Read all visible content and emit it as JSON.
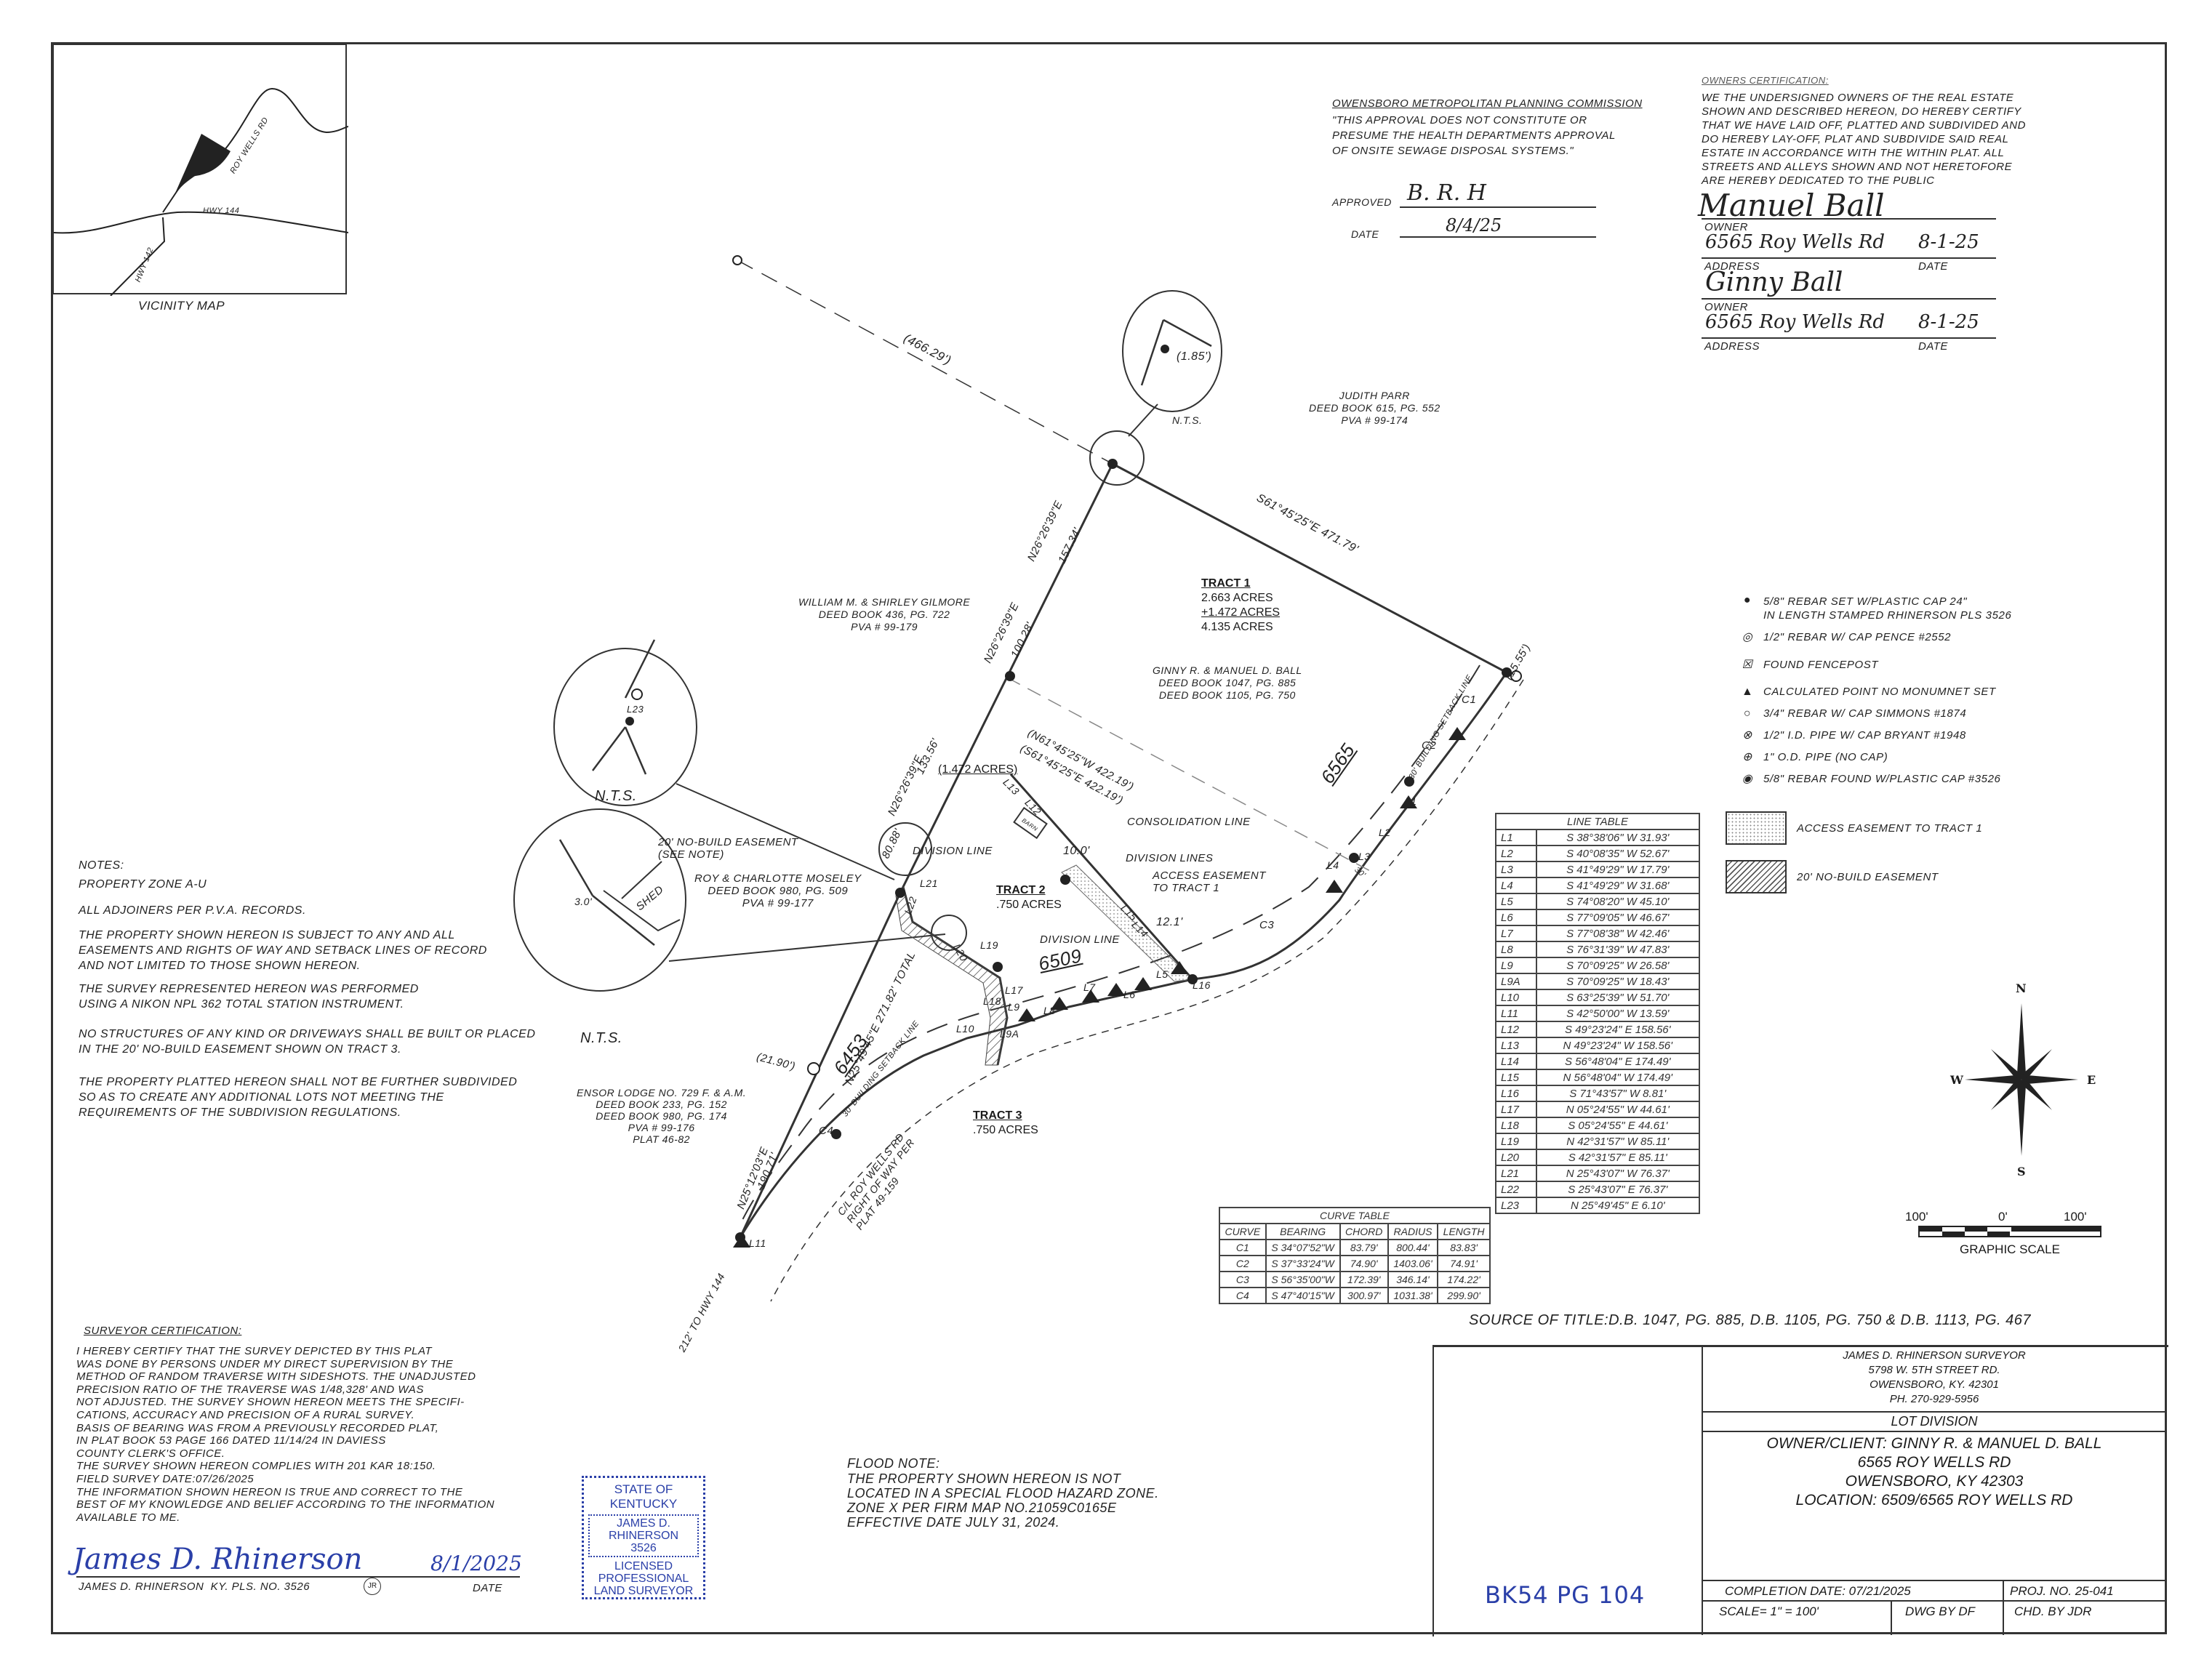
{
  "vicinity_map": {
    "title": "VICINITY MAP",
    "roads": [
      "ROY WELLS RD",
      "HWY 144",
      "HWY 142"
    ]
  },
  "planning_commission": {
    "title": "OWENSBORO METROPOLITAN PLANNING COMMISSION",
    "statement": "\"THIS APPROVAL DOES NOT CONSTITUTE OR\nPRESUME THE HEALTH DEPARTMENTS APPROVAL\nOF ONSITE SEWAGE DISPOSAL SYSTEMS.\"",
    "approved_label": "APPROVED",
    "approved_signature": "B. R. H",
    "date_label": "DATE",
    "date_value": "8/4/25"
  },
  "owners_certification": {
    "title": "OWNERS CERTIFICATION:",
    "text": "WE THE UNDERSIGNED OWNERS OF THE REAL ESTATE\nSHOWN AND DESCRIBED HEREON, DO HEREBY CERTIFY\nTHAT WE HAVE LAID OFF, PLATTED AND SUBDIVIDED AND\nDO HEREBY LAY-OFF, PLAT AND SUBDIVIDE SAID REAL\nESTATE IN ACCORDANCE WITH THE WITHIN PLAT. ALL\nSTREETS AND ALLEYS SHOWN AND NOT HERETOFORE\nARE HEREBY DEDICATED TO THE PUBLIC",
    "owner_label": "OWNER",
    "address_label": "ADDRESS",
    "date_label": "DATE",
    "signers": [
      {
        "signature": "Manuel Ball",
        "address": "6565 Roy Wells Rd",
        "date": "8-1-25"
      },
      {
        "signature": "Ginny Ball",
        "address": "6565 Roy Wells Rd",
        "date": "8-1-25"
      }
    ]
  },
  "adjoiners": {
    "judith_parr": "JUDITH PARR\nDEED BOOK 615, PG. 552\nPVA # 99-174",
    "gilmore": "WILLIAM M. & SHIRLEY GILMORE\nDEED BOOK 436, PG. 722\nPVA # 99-179",
    "moseley": "ROY & CHARLOTTE MOSELEY\nDEED BOOK 980, PG. 509\nPVA # 99-177",
    "ensor_lodge": "ENSOR LODGE NO. 729 F. & A.M.\nDEED BOOK 233, PG. 152\nDEED BOOK 980, PG. 174\nPVA # 99-176\nPLAT 46-82",
    "ball": "GINNY R. & MANUEL D. BALL\nDEED BOOK 1047, PG. 885\nDEED BOOK 1105, PG. 750"
  },
  "tracts": {
    "tract1": {
      "label": "TRACT 1",
      "line1": "2.663 ACRES",
      "line2": "+1.472 ACRES",
      "total": "4.135 ACRES"
    },
    "tract1_added": "(1.472 ACRES)",
    "tract2": {
      "label": "TRACT 2",
      "acres": ".750 ACRES"
    },
    "tract3": {
      "label": "TRACT 3",
      "acres": ".750 ACRES"
    }
  },
  "plat_labels": {
    "tie_distance": "(466.29')",
    "detail_dist_1": "(1.85')",
    "nts": "N.T.S.",
    "north_line": "S61°45'25\"E 471.79'",
    "west_line_upper": "N26°26'39\"E",
    "west_line_upper_len": "157.34'",
    "west_line_mid": "N26°26'39\"E",
    "west_line_mid_len": "100.28'",
    "west_line_low": "N26°26'39\"E",
    "west_line_low_len": "133.56'",
    "west_line_bottom_len": "80.88'",
    "consolidation_a": "(N61°45'25\"W 422.19')",
    "consolidation_b": "(S61°45'25\"E 422.19')",
    "consolidation_line": "CONSOLIDATION LINE",
    "east_tie": "(15.55')",
    "address_6565": "6565",
    "address_6509": "6509",
    "address_6453": "6453",
    "setback": "30' BUILDING SETBACK LINE",
    "setback_dim": "30'",
    "barn": "BARN",
    "barn_dist": "10.0'",
    "division_line": "DIVISION LINE",
    "division_lines": "DIVISION LINES",
    "access_easement": "ACCESS EASEMENT\nTO TRACT 1",
    "access_width": "12.1'",
    "no_build": "20' NO-BUILD EASEMENT\n(SEE NOTE)",
    "shed": "SHED",
    "shed_dist": "3.0'",
    "l23_label": "L23",
    "west_total": "N25°49'45\"E 271.82' TOTAL",
    "tie_21": "(21.90')",
    "lower_west": "N25°12'03\"E",
    "lower_west_len": "190.71'",
    "road": "C/L ROY WELLS RD\nRIGHT OF WAY PER\nPLAT 49-159",
    "to_hwy": "212' TO HWY 144",
    "line_ids": [
      "L1",
      "L2",
      "L3",
      "L4",
      "L5",
      "L6",
      "L7",
      "L8",
      "L9",
      "L9A",
      "L10",
      "L11",
      "L12",
      "L13",
      "L14",
      "L15",
      "L16",
      "L17",
      "L18",
      "L19",
      "L20",
      "L21",
      "L22"
    ],
    "curve_ids": [
      "C1",
      "C2",
      "C3",
      "C4"
    ]
  },
  "notes": {
    "title": "NOTES:",
    "items": [
      "PROPERTY ZONE A-U",
      "ALL ADJOINERS PER P.V.A. RECORDS.",
      "THE PROPERTY SHOWN HEREON IS SUBJECT TO ANY AND ALL\nEASEMENTS AND RIGHTS OF WAY AND SETBACK LINES OF RECORD\nAND NOT LIMITED TO THOSE SHOWN HEREON.",
      "THE SURVEY REPRESENTED HEREON WAS PERFORMED\nUSING A NIKON NPL 362 TOTAL STATION INSTRUMENT.",
      "NO STRUCTURES OF ANY KIND OR DRIVEWAYS SHALL BE BUILT OR PLACED\nIN THE 20' NO-BUILD EASEMENT SHOWN ON TRACT 3.",
      "THE PROPERTY PLATTED HEREON SHALL NOT BE FURTHER SUBDIVIDED\nSO AS TO CREATE ANY ADDITIONAL LOTS NOT MEETING THE\nREQUIREMENTS OF THE SUBDIVISION REGULATIONS."
    ]
  },
  "legend": {
    "items": [
      {
        "icon": "filled-dot",
        "text": "5/8\" REBAR SET W/PLASTIC CAP 24\"\nIN LENGTH STAMPED RHINERSON PLS 3526"
      },
      {
        "icon": "double-ring",
        "text": "1/2\" REBAR W/ CAP PENCE #2552"
      },
      {
        "icon": "boxed-x",
        "text": "FOUND FENCEPOST"
      },
      {
        "icon": "filled-triangle",
        "text": "CALCULATED POINT NO MONUMNET SET"
      },
      {
        "icon": "open-circle",
        "text": "3/4\" REBAR W/ CAP SIMMONS #1874"
      },
      {
        "icon": "circled-x",
        "text": "1/2\" I.D. PIPE W/ CAP BRYANT #1948"
      },
      {
        "icon": "quartered-circle",
        "text": "1\" O.D. PIPE (NO CAP)"
      },
      {
        "icon": "ringed-dot",
        "text": "5/8\" REBAR FOUND W/PLASTIC CAP #3526"
      }
    ],
    "access_easement": "ACCESS EASEMENT TO TRACT 1",
    "no_build_easement": "20' NO-BUILD EASEMENT"
  },
  "line_table": {
    "title": "LINE TABLE",
    "rows": [
      [
        "L1",
        "S 38°38'06\" W 31.93'"
      ],
      [
        "L2",
        "S 40°08'35\" W 52.67'"
      ],
      [
        "L3",
        "S 41°49'29\" W 17.79'"
      ],
      [
        "L4",
        "S 41°49'29\" W 31.68'"
      ],
      [
        "L5",
        "S 74°08'20\" W 45.10'"
      ],
      [
        "L6",
        "S 77°09'05\" W 46.67'"
      ],
      [
        "L7",
        "S 77°08'38\" W 42.46'"
      ],
      [
        "L8",
        "S 76°31'39\" W 47.83'"
      ],
      [
        "L9",
        "S 70°09'25\" W 26.58'"
      ],
      [
        "L9A",
        "S 70°09'25\" W 18.43'"
      ],
      [
        "L10",
        "S 63°25'39\" W 51.70'"
      ],
      [
        "L11",
        "S 42°50'00\" W 13.59'"
      ],
      [
        "L12",
        "S 49°23'24\" E 158.56'"
      ],
      [
        "L13",
        "N 49°23'24\" W 158.56'"
      ],
      [
        "L14",
        "S 56°48'04\" E 174.49'"
      ],
      [
        "L15",
        "N 56°48'04\" W 174.49'"
      ],
      [
        "L16",
        "S 71°43'57\" W 8.81'"
      ],
      [
        "L17",
        "N 05°24'55\" W 44.61'"
      ],
      [
        "L18",
        "S 05°24'55\" E 44.61'"
      ],
      [
        "L19",
        "N 42°31'57\" W 85.11'"
      ],
      [
        "L20",
        "S 42°31'57\" E 85.11'"
      ],
      [
        "L21",
        "N 25°43'07\" W 76.37'"
      ],
      [
        "L22",
        "S 25°43'07\" E 76.37'"
      ],
      [
        "L23",
        "N 25°49'45\" E 6.10'"
      ]
    ]
  },
  "curve_table": {
    "title": "CURVE TABLE",
    "headers": [
      "CURVE",
      "BEARING",
      "CHORD",
      "RADIUS",
      "LENGTH"
    ],
    "rows": [
      [
        "C1",
        "S 34°07'52\"W",
        "83.79'",
        "800.44'",
        "83.83'"
      ],
      [
        "C2",
        "S 37°33'24\"W",
        "74.90'",
        "1403.06'",
        "74.91'"
      ],
      [
        "C3",
        "S 56°35'00\"W",
        "172.39'",
        "346.14'",
        "174.22'"
      ],
      [
        "C4",
        "S 47°40'15\"W",
        "300.97'",
        "1031.38'",
        "299.90'"
      ]
    ]
  },
  "compass": {
    "n": "N",
    "s": "S",
    "e": "E",
    "w": "W"
  },
  "graphic_scale": {
    "left": "100'",
    "center": "0'",
    "right": "100'",
    "label": "GRAPHIC SCALE"
  },
  "source_of_title": "SOURCE OF TITLE:D.B. 1047, PG. 885, D.B. 1105, PG. 750 & D.B. 1113, PG. 467",
  "surveyor_certification": {
    "title": "SURVEYOR CERTIFICATION:",
    "text": "I HEREBY CERTIFY THAT THE SURVEY DEPICTED BY THIS PLAT\nWAS DONE BY PERSONS UNDER MY DIRECT SUPERVISION BY THE\nMETHOD OF RANDOM TRAVERSE WITH SIDESHOTS. THE UNADJUSTED\nPRECISION RATIO OF THE TRAVERSE WAS 1/48,328' AND WAS\nNOT ADJUSTED. THE SURVEY SHOWN HEREON MEETS THE SPECIFI-\nCATIONS, ACCURACY AND PRECISION OF A RURAL SURVEY.\nBASIS OF BEARING WAS FROM A PREVIOUSLY RECORDED PLAT,\nIN PLAT BOOK 53 PAGE 166 DATED 11/14/24 IN DAVIESS\nCOUNTY CLERK'S OFFICE.\nTHE SURVEY SHOWN HEREON COMPLIES WITH 201 KAR 18:150.\nFIELD SURVEY DATE:07/26/2025\nTHE INFORMATION SHOWN HEREON IS TRUE AND CORRECT TO THE\nBEST OF MY KNOWLEDGE AND BELIEF ACCORDING TO THE INFORMATION\nAVAILABLE TO ME.",
    "signature": "James D. Rhinerson",
    "signed_date": "8/1/2025",
    "name_line": "JAMES D. RHINERSON  KY. PLS. NO. 3526",
    "initials": "JR",
    "date_label": "DATE"
  },
  "seal": {
    "line1": "STATE OF KENTUCKY",
    "line2": "JAMES D.",
    "line3": "RHINERSON",
    "line4": "3526",
    "line5": "LICENSED",
    "line6": "PROFESSIONAL",
    "line7": "LAND SURVEYOR"
  },
  "flood_note": {
    "title": "FLOOD NOTE:",
    "text": "THE PROPERTY SHOWN HEREON IS NOT\nLOCATED IN A SPECIAL FLOOD HAZARD ZONE.\nZONE X PER FIRM MAP NO.21059C0165E\nEFFECTIVE DATE JULY 31, 2024."
  },
  "title_block": {
    "surveyor": "JAMES D. RHINERSON SURVEYOR\n5798 W. 5TH STREET RD.\nOWENSBORO, KY. 42301\nPH. 270-929-5956",
    "plat_type": "LOT DIVISION",
    "client": "OWNER/CLIENT: GINNY R. & MANUEL D. BALL\n6565 ROY WELLS RD\nOWENSBORO, KY 42303\nLOCATION: 6509/6565 ROY WELLS RD",
    "recording": "BK54 PG 104",
    "completion_date": "COMPLETION DATE: 07/21/2025",
    "project_no": "PROJ. NO. 25-041",
    "scale": "SCALE= 1\" = 100'",
    "drawn_by": "DWG BY DF",
    "checked_by": "CHD. BY JDR"
  },
  "colors": {
    "ink": "#1a1a1a",
    "line": "#333333",
    "stamp_blue": "#2a3fa8",
    "paper": "#ffffff"
  }
}
